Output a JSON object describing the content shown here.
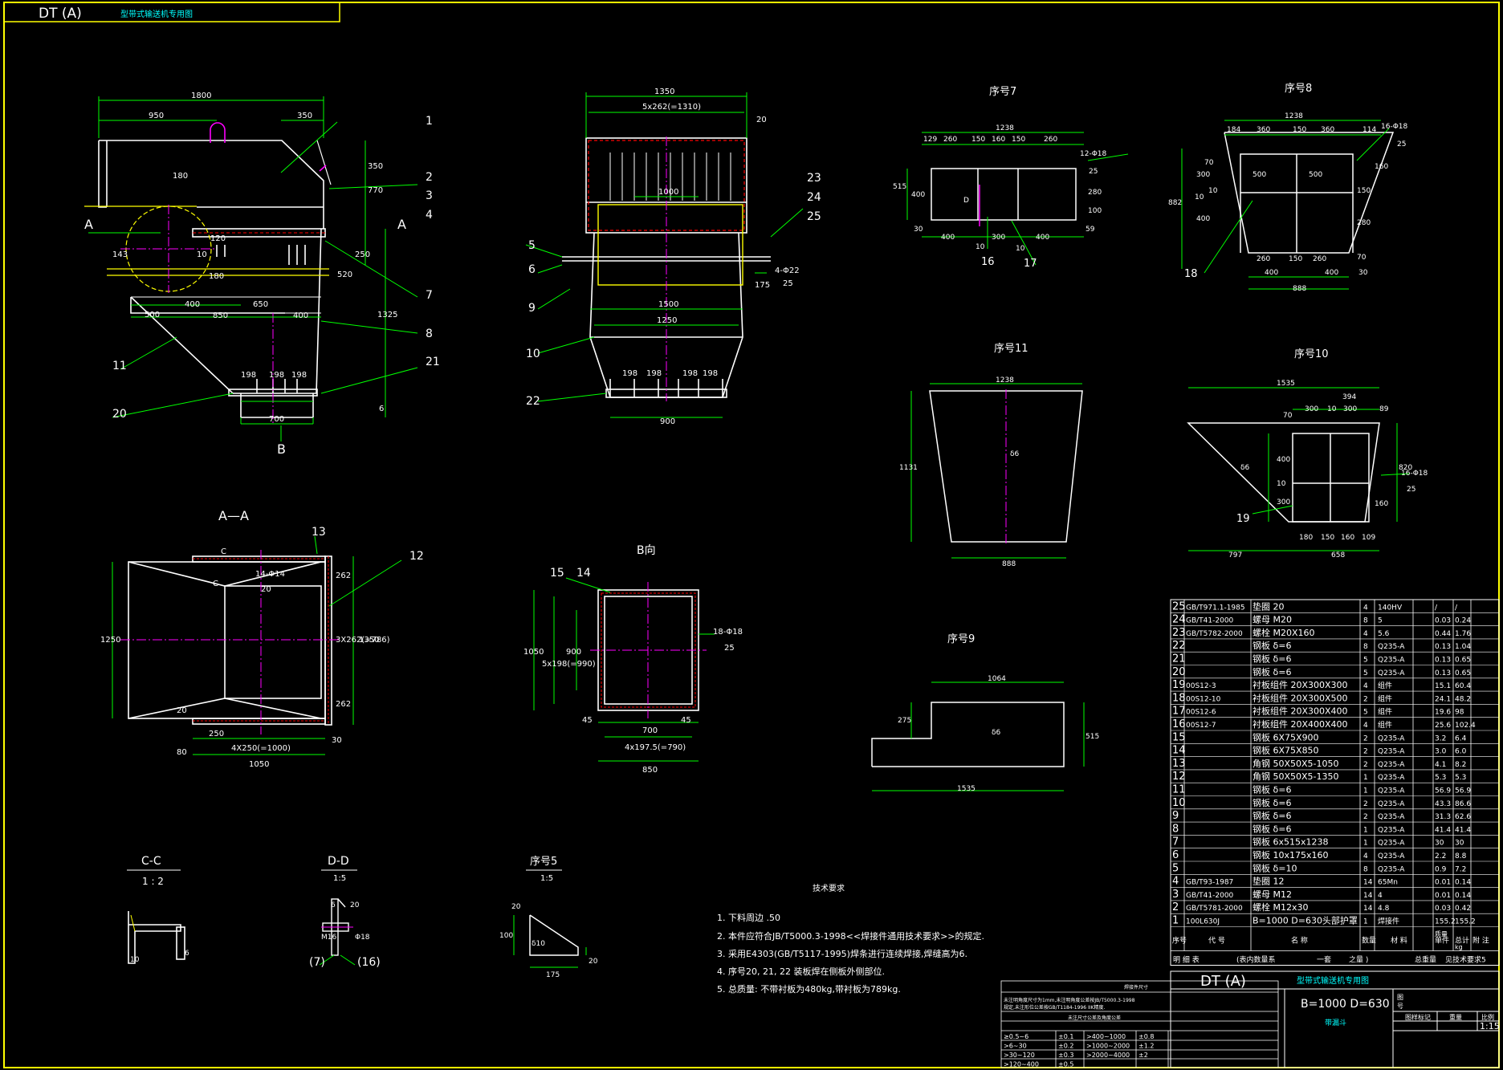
{
  "title_block": {
    "top_code": "DT (A)",
    "top_subtitle": "型带式输送机专用图",
    "bottom_code": "DT (A)",
    "bottom_subtitle": "型带式输送机专用图",
    "model": "B=1000 D=630",
    "part_name": "带漏斗",
    "scale": "1:15",
    "total_weight_label": "总重量",
    "total_weight_value": "见技术要求5",
    "mass_label": "质量",
    "mass_unit": "kg",
    "qty_note": "(表内数量系",
    "qty_note_2": "一套",
    "qty_note_3": "之量 )",
    "detail_label": "明 细 表",
    "item_headers": [
      "序号",
      "代 号",
      "名 称",
      "数量",
      "材 料",
      "单件",
      "总计",
      "附 注"
    ],
    "corner_labels": [
      "图",
      "号",
      "图样标记",
      "重量",
      "比例"
    ]
  },
  "views": {
    "front": {
      "dims": [
        "1800",
        "950",
        "350",
        "180",
        "350",
        "770",
        "250",
        "1325",
        "520",
        "400",
        "850",
        "650",
        "400",
        "198",
        "198",
        "198",
        "700",
        "500",
        "180",
        "143",
        "120",
        "10",
        "6"
      ],
      "section_marks": [
        "A",
        "A",
        "B"
      ],
      "callouts": [
        "1",
        "2",
        "3",
        "4",
        "7",
        "8",
        "11",
        "20",
        "21"
      ]
    },
    "side": {
      "dims": [
        "1350",
        "5x262(=1310)",
        "20",
        "1000",
        "1500",
        "1250",
        "198",
        "198",
        "198",
        "198",
        "900",
        "175",
        "4-Φ22",
        "25"
      ],
      "callouts": [
        "23",
        "24",
        "25",
        "5",
        "6",
        "9",
        "10",
        "22"
      ]
    },
    "item7": {
      "title": "序号7",
      "dims": [
        "1238",
        "129",
        "260",
        "150",
        "160",
        "150",
        "260",
        "12-Φ18",
        "25",
        "515",
        "400",
        "30",
        "400",
        "300",
        "400",
        "10",
        "10",
        "280",
        "100",
        "59",
        "D"
      ],
      "callouts": [
        "16",
        "17"
      ]
    },
    "item8": {
      "title": "序号8",
      "dims": [
        "1238",
        "184",
        "360",
        "150",
        "360",
        "114",
        "16-Φ18",
        "25",
        "70",
        "300",
        "500",
        "500",
        "882",
        "10",
        "400",
        "260",
        "150",
        "260",
        "70",
        "400",
        "400",
        "30",
        "888",
        "150",
        "160",
        "280",
        "10"
      ],
      "callouts": [
        "18"
      ]
    },
    "item11": {
      "title": "序号11",
      "dims": [
        "1238",
        "1131",
        "888",
        "δ6"
      ]
    },
    "item10": {
      "title": "序号10",
      "dims": [
        "1535",
        "394",
        "300",
        "10",
        "300",
        "89",
        "70",
        "400",
        "δ6",
        "820",
        "16-Φ18",
        "25",
        "10",
        "300",
        "160",
        "797",
        "180",
        "150",
        "160",
        "109",
        "658"
      ],
      "callouts": [
        "19"
      ]
    },
    "item9": {
      "title": "序号9",
      "dims": [
        "1064",
        "275",
        "515",
        "δ6",
        "1535"
      ]
    },
    "section_aa": {
      "title": "A—A",
      "dims": [
        "C",
        "C",
        "14-Φ14",
        "20",
        "1250",
        "262",
        "3X262(=786)",
        "262",
        "1350",
        "30",
        "250",
        "4X250(=1000)",
        "80",
        "1050",
        "20"
      ],
      "callouts": [
        "13",
        "12"
      ]
    },
    "view_b": {
      "title": "B向",
      "dims": [
        "1050",
        "5x198(=990)",
        "900",
        "18-Φ18",
        "25",
        "700",
        "4x197.5(=790)",
        "850",
        "45",
        "45"
      ],
      "callouts": [
        "15",
        "14"
      ]
    },
    "cc": {
      "title": "C-C",
      "scale": "1 : 2",
      "dims": [
        "10",
        "6"
      ]
    },
    "dd": {
      "title": "D-D",
      "scale": "1:5",
      "dims": [
        "6",
        "20",
        "M16",
        "Φ18",
        "(7)",
        "(16)"
      ]
    },
    "item5": {
      "title": "序号5",
      "scale": "1:5",
      "dims": [
        "20",
        "100",
        "δ10",
        "175",
        "20"
      ]
    }
  },
  "tech_requirements": {
    "title": "技术要求",
    "items": [
      "1. 下料周边  .50",
      "2. 本件应符合JB/T5000.3-1998<<焊接件通用技术要求>>的规定.",
      "3. 采用E4303(GB/T5117-1995)焊条进行连续焊接,焊缝高为6.",
      "4. 序号20, 21, 22 装板焊在侧板外侧部位.",
      "5. 总质量: 不带衬板为480kg,带衬板为789kg."
    ]
  },
  "bom": [
    {
      "no": "25",
      "code": "GB/T971.1-1985",
      "name": "垫圈 20",
      "qty": "4",
      "mat": "140HV",
      "unit": "/",
      "total": "/"
    },
    {
      "no": "24",
      "code": "GB/T41-2000",
      "name": "螺母 M20",
      "qty": "8",
      "mat": "5",
      "unit": "0.03",
      "total": "0.24"
    },
    {
      "no": "23",
      "code": "GB/T5782-2000",
      "name": "螺栓 M20X160",
      "qty": "4",
      "mat": "5.6",
      "unit": "0.44",
      "total": "1.76"
    },
    {
      "no": "22",
      "code": "",
      "name": "钢板 δ=6",
      "qty": "8",
      "mat": "Q235-A",
      "unit": "0.13",
      "total": "1.04"
    },
    {
      "no": "21",
      "code": "",
      "name": "钢板 δ=6",
      "qty": "5",
      "mat": "Q235-A",
      "unit": "0.13",
      "total": "0.65"
    },
    {
      "no": "20",
      "code": "",
      "name": "钢板 δ=6",
      "qty": "5",
      "mat": "Q235-A",
      "unit": "0.13",
      "total": "0.65"
    },
    {
      "no": "19",
      "code": "00S12-3",
      "name": "衬板组件 20X300X300",
      "qty": "4",
      "mat": "组件",
      "unit": "15.1",
      "total": "60.4"
    },
    {
      "no": "18",
      "code": "00S12-10",
      "name": "衬板组件 20X300X500",
      "qty": "2",
      "mat": "组件",
      "unit": "24.1",
      "total": "48.2"
    },
    {
      "no": "17",
      "code": "00S12-6",
      "name": "衬板组件 20X300X400",
      "qty": "5",
      "mat": "组件",
      "unit": "19.6",
      "total": "98"
    },
    {
      "no": "16",
      "code": "00S12-7",
      "name": "衬板组件 20X400X400",
      "qty": "4",
      "mat": "组件",
      "unit": "25.6",
      "total": "102.4"
    },
    {
      "no": "15",
      "code": "",
      "name": "钢板 6X75X900",
      "qty": "2",
      "mat": "Q235-A",
      "unit": "3.2",
      "total": "6.4"
    },
    {
      "no": "14",
      "code": "",
      "name": "钢板 6X75X850",
      "qty": "2",
      "mat": "Q235-A",
      "unit": "3.0",
      "total": "6.0"
    },
    {
      "no": "13",
      "code": "",
      "name": "角钢 50X50X5-1050",
      "qty": "2",
      "mat": "Q235-A",
      "unit": "4.1",
      "total": "8.2"
    },
    {
      "no": "12",
      "code": "",
      "name": "角钢 50X50X5-1350",
      "qty": "1",
      "mat": "Q235-A",
      "unit": "5.3",
      "total": "5.3"
    },
    {
      "no": "11",
      "code": "",
      "name": "钢板 δ=6",
      "qty": "1",
      "mat": "Q235-A",
      "unit": "56.9",
      "total": "56.9"
    },
    {
      "no": "10",
      "code": "",
      "name": "钢板 δ=6",
      "qty": "2",
      "mat": "Q235-A",
      "unit": "43.3",
      "total": "86.6"
    },
    {
      "no": "9",
      "code": "",
      "name": "钢板 δ=6",
      "qty": "2",
      "mat": "Q235-A",
      "unit": "31.3",
      "total": "62.6"
    },
    {
      "no": "8",
      "code": "",
      "name": "钢板 δ=6",
      "qty": "1",
      "mat": "Q235-A",
      "unit": "41.4",
      "total": "41.4"
    },
    {
      "no": "7",
      "code": "",
      "name": "钢板 6x515x1238",
      "qty": "1",
      "mat": "Q235-A",
      "unit": "30",
      "total": "30"
    },
    {
      "no": "6",
      "code": "",
      "name": "钢板 10x175x160",
      "qty": "4",
      "mat": "Q235-A",
      "unit": "2.2",
      "total": "8.8"
    },
    {
      "no": "5",
      "code": "",
      "name": "钢板 δ=10",
      "qty": "8",
      "mat": "Q235-A",
      "unit": "0.9",
      "total": "7.2"
    },
    {
      "no": "4",
      "code": "GB/T93-1987",
      "name": "垫圈 12",
      "qty": "14",
      "mat": "65Mn",
      "unit": "0.01",
      "total": "0.14"
    },
    {
      "no": "3",
      "code": "GB/T41-2000",
      "name": "螺母 M12",
      "qty": "14",
      "mat": "4",
      "unit": "0.01",
      "total": "0.14"
    },
    {
      "no": "2",
      "code": "GB/T5781-2000",
      "name": "螺栓 M12x30",
      "qty": "14",
      "mat": "4.8",
      "unit": "0.03",
      "total": "0.42"
    },
    {
      "no": "1",
      "code": "100L630J",
      "name": "B=1000 D=630头部护罩",
      "qty": "1",
      "mat": "焊接件",
      "unit": "155.2",
      "total": "155.2"
    }
  ],
  "tolerance_table": {
    "title": "焊接件尺寸",
    "note_1": "未注明角度尺寸为1mm,未注明角度公差按JB/T5000.3-1998",
    "note_2": "规定,未注形位公差按GB/T1184-1996 IIK精度.",
    "note_3": "未注尺寸公差及角度公差",
    "rows": [
      [
        "≥0.5~6",
        "±0.1",
        ">400~1000",
        "±0.8"
      ],
      [
        ">6~30",
        "±0.2",
        ">1000~2000",
        "±1.2"
      ],
      [
        ">30~120",
        "±0.3",
        ">2000~4000",
        "±2"
      ],
      [
        ">120~400",
        "±0.5",
        "",
        ""
      ]
    ]
  },
  "colors": {
    "background": "#000000",
    "frame": "#ffff00",
    "geometry": "#ffffff",
    "dims": "#00ff00",
    "center": "#ff00ff",
    "hidden": "#ff0000",
    "text_cyan": "#00ffff"
  }
}
